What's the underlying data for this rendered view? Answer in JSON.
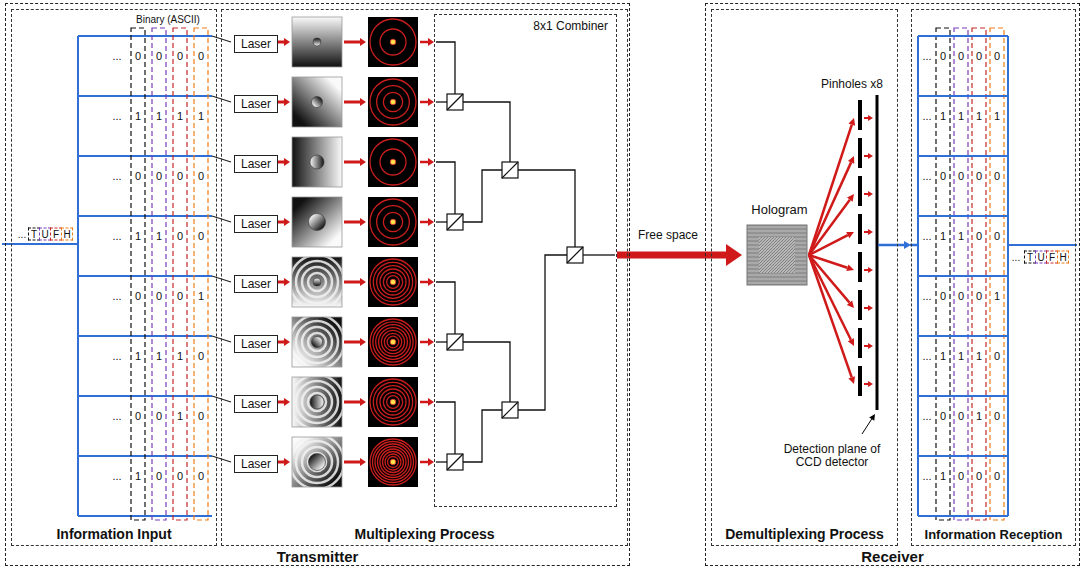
{
  "diagram": {
    "nodes": [
      {
        "text": [
          "Transmitter"
        ]
      },
      {
        "text": [
          "Information Input"
        ],
        "in": 0
      },
      {
        "text": [
          "Multiplexing Process"
        ],
        "in": 0
      },
      {
        "text": [
          "8x1 Combiner"
        ],
        "in": 2
      },
      {
        "text": [
          "Laser"
        ],
        "in": 2
      },
      {
        "text": [
          "Laser"
        ],
        "in": 2
      },
      {
        "text": [
          "Laser"
        ],
        "in": 2
      },
      {
        "text": [
          "Laser"
        ],
        "in": 2
      },
      {
        "text": [
          "Laser"
        ],
        "in": 2
      },
      {
        "text": [
          "Laser"
        ],
        "in": 2
      },
      {
        "text": [
          "Laser"
        ],
        "in": 2
      },
      {
        "text": [
          "Laser"
        ],
        "in": 2
      },
      {
        "text": [
          "Receiver"
        ]
      },
      {
        "text": [
          "Demultiplexing Process"
        ],
        "in": 12
      },
      {
        "text": [
          "Information Reception"
        ],
        "in": 12
      },
      {
        "text": [
          "Hologram"
        ],
        "in": 13
      }
    ],
    "edges": [
      {
        "from": 3,
        "to": 15,
        "label": "Free space",
        "arrow": "to"
      },
      {
        "from": 13,
        "to": 14,
        "arrow": "to"
      }
    ],
    "labels": [
      "Binary (ASCII)",
      "...",
      "T",
      "U",
      "F",
      "H",
      "...",
      "0",
      "0",
      "0",
      "0",
      "...",
      "1",
      "1",
      "1",
      "1",
      "...",
      "0",
      "0",
      "0",
      "0",
      "...",
      "1",
      "1",
      "0",
      "0",
      "...",
      "0",
      "0",
      "0",
      "1",
      "...",
      "1",
      "1",
      "1",
      "0",
      "...",
      "0",
      "0",
      "1",
      "0",
      "...",
      "1",
      "0",
      "0",
      "0",
      "...",
      "0",
      "0",
      "0",
      "0",
      "...",
      "1",
      "1",
      "1",
      "1",
      "...",
      "0",
      "0",
      "0",
      "0",
      "...",
      "1",
      "1",
      "0",
      "0",
      "...",
      "0",
      "0",
      "0",
      "1",
      "...",
      "1",
      "1",
      "1",
      "0",
      "...",
      "0",
      "0",
      "1",
      "0",
      "...",
      "1",
      "0",
      "0",
      "0",
      "...",
      "T",
      "U",
      "F",
      "H",
      "Pinholes x8",
      "Detection plane of CCD detector"
    ]
  }
}
